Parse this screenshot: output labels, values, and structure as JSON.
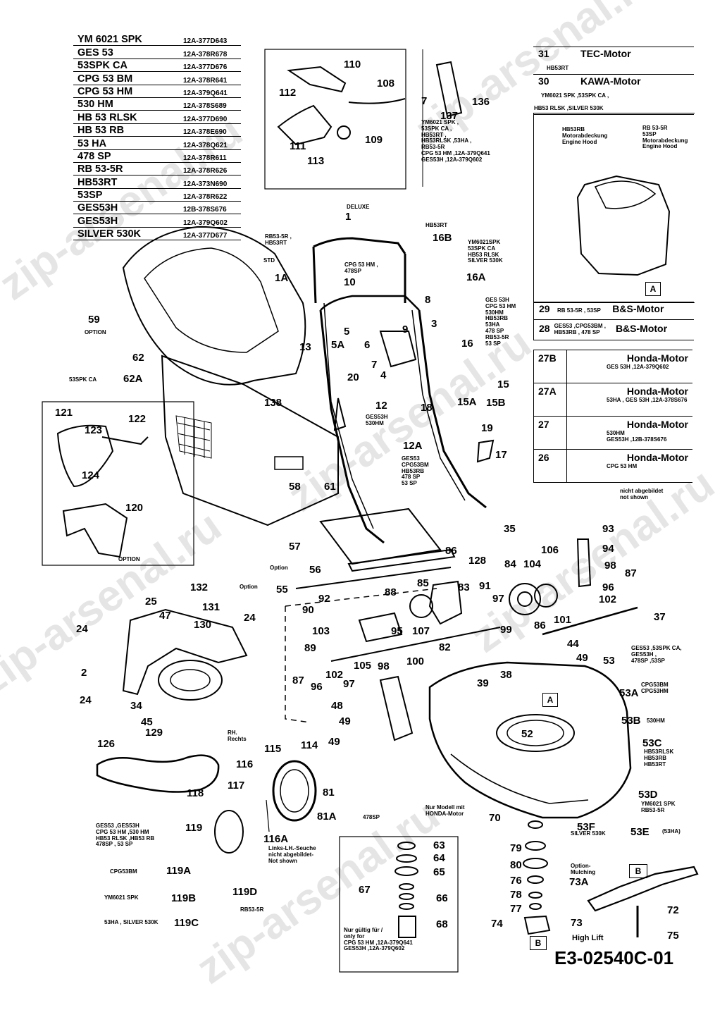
{
  "models": [
    {
      "name": "YM 6021 SPK",
      "code": "12A-377D643"
    },
    {
      "name": "GES 53",
      "code": "12A-378R678"
    },
    {
      "name": "53SPK CA",
      "code": "12A-377D676"
    },
    {
      "name": "CPG 53 BM",
      "code": "12A-378R641"
    },
    {
      "name": "CPG 53 HM",
      "code": "12A-379Q641"
    },
    {
      "name": "530 HM",
      "code": "12A-378S689"
    },
    {
      "name": "HB 53 RLSK",
      "code": "12A-377D690"
    },
    {
      "name": "HB 53 RB",
      "code": "12A-378E690"
    },
    {
      "name": "53 HA",
      "code": "12A-378Q621"
    },
    {
      "name": "478 SP",
      "code": "12A-378R611"
    },
    {
      "name": "RB 53-5R",
      "code": "12A-378R626"
    },
    {
      "name": "HB53RT",
      "code": "12A-373N690"
    },
    {
      "name": "53SP",
      "code": "12A-378R622"
    },
    {
      "name": "GES53H",
      "code": "12B-378S676"
    },
    {
      "name": "GES53H",
      "code": "12A-379Q602"
    },
    {
      "name": "SILVER 530K",
      "code": "12A-377D677"
    }
  ],
  "engines_top": [
    {
      "num": "31",
      "title": "TEC-Motor",
      "sub": "HB53RT"
    },
    {
      "num": "30",
      "title": "KAWA-Motor",
      "sub": "YM6021 SPK ,53SPK CA ,\nHB53 RLSK ,SILVER 530K"
    }
  ],
  "hood_labels": {
    "left": "HB53RB\nMotorabdeckung\nEngine Hood",
    "right": "RB 53-5R\n53SP\nMotorabdeckung\nEngine Hood"
  },
  "engines_bs": [
    {
      "num": "29",
      "sub": "RB 53-5R , 53SP",
      "title": "B&S-Motor"
    },
    {
      "num": "28",
      "sub": "GES53 ,CPG53BM ,\nHB53RB , 478 SP",
      "title": "B&S-Motor"
    }
  ],
  "engines_honda": [
    {
      "num": "27B",
      "title": "Honda-Motor",
      "sub": "GES 53H ,12A-379Q602"
    },
    {
      "num": "27A",
      "title": "Honda-Motor",
      "sub": "53HA , GES 53H ,12A-378S676"
    },
    {
      "num": "27",
      "title": "Honda-Motor",
      "sub": "530HM\nGES53H ,12B-378S676"
    },
    {
      "num": "26",
      "title": "Honda-Motor",
      "sub": "CPG 53 HM"
    }
  ],
  "not_shown": "nicht abgebildet\nnot shown",
  "box_a": "A",
  "box_b": "B",
  "drawing_code": "E3-02540C-01",
  "watermark": "zip-arsenal.ru",
  "callouts": [
    "110",
    "112",
    "108",
    "109",
    "111",
    "113",
    "7",
    "136",
    "137",
    "1",
    "1A",
    "16B",
    "16A",
    "59",
    "62",
    "62A",
    "10",
    "8",
    "3",
    "16",
    "13",
    "5A",
    "5",
    "6",
    "9",
    "20",
    "7",
    "4",
    "12",
    "18",
    "15",
    "15A",
    "15B",
    "121",
    "122",
    "123",
    "124",
    "120",
    "138",
    "58",
    "61",
    "12A",
    "19",
    "17",
    "35",
    "93",
    "94",
    "86",
    "128",
    "84",
    "104",
    "106",
    "98",
    "87",
    "96",
    "102",
    "37",
    "55",
    "56",
    "57",
    "92",
    "88",
    "85",
    "83",
    "91",
    "97",
    "90",
    "103",
    "95",
    "107",
    "99",
    "101",
    "86",
    "82",
    "89",
    "102",
    "105",
    "98",
    "100",
    "87",
    "96",
    "97",
    "44",
    "49",
    "39",
    "38",
    "53",
    "53A",
    "53B",
    "53C",
    "53D",
    "53E",
    "53F",
    "52",
    "48",
    "49",
    "49",
    "132",
    "131",
    "25",
    "47",
    "130",
    "24",
    "24",
    "2",
    "24",
    "34",
    "45",
    "129",
    "126",
    "114",
    "115",
    "116",
    "117",
    "118",
    "81",
    "81A",
    "119",
    "119A",
    "119B",
    "119C",
    "119D",
    "116A",
    "70",
    "79",
    "80",
    "76",
    "78",
    "77",
    "74",
    "63",
    "64",
    "65",
    "66",
    "67",
    "68",
    "73A",
    "73",
    "72",
    "75"
  ],
  "notes": {
    "deluxe": "DELUXE",
    "rb53_hb53rt": "RB53-5R ,\nHB53RT",
    "std": "STD",
    "hb53rt": "HB53RT",
    "cpg53hm_478sp": "CPG 53 HM ,\n478SP",
    "ym6021_group": "YM6021SPK\n53SPK CA\nHB53 RLSK\nSILVER 530K",
    "ges53h_group": "GES 53H\nCPG 53 HM\n530HM\nHB53RB\n53HA\n478 SP\nRB53-5R\n53 SP",
    "option59": "OPTION",
    "spk_ca": "53SPK CA",
    "ges53h_530hm": "GES53H\n530HM",
    "ges53_group12A": "GES53\nCPG53BM\nHB53RB\n478 SP\n53 SP",
    "option120": "OPTION",
    "option56": "Option",
    "option55": "Option",
    "ym6021_top": "YM6021 SPK ,\n53SPK CA ,\nHB53RT ,\nHB53RLSK ,53HA ,\nRB53-5R\nCPG 53 HM ,12A-379Q641\nGES53H ,12A-379Q602",
    "rh": "RH.\nRechts",
    "ges53_group119": "GES53 ,GES53H\nCPG 53 HM ,530 HM\nHB53 RLSK ,HB53 RB\n478SP , 53 SP",
    "cpg53bm": "CPG53BM",
    "ym6021spk": "YM6021 SPK",
    "ha_silver": "53HA , SILVER 530K",
    "rb53": "RB53-5R",
    "links": "Links-LH.-Seuche\nnicht abgebildet-\nNot shown",
    "honda_only": "Nur Modell mit\nHONDA-Motor",
    "nur_gultig": "Nur gültig für /\nonly for\nCPG 53 HM ,12A-379Q641\nGES53H ,12A-379Q602",
    "ges53_53": "GES53 ,53SPK CA,\nGES53H ,\n478SP ,53SP",
    "cpg53bm_hm": "CPG53BM\nCPG53HM",
    "hm530": "530HM",
    "hbrlsk": "HB53RLSK\nHB53RB\nHB53RT",
    "ym_rb": "YM6021 SPK\nRB53-5R",
    "silver": "SILVER 530K",
    "ha53": "(53HA)",
    "ha478": "478SP",
    "mulching": "Option-\nMulching",
    "highlift": "High Lift"
  }
}
